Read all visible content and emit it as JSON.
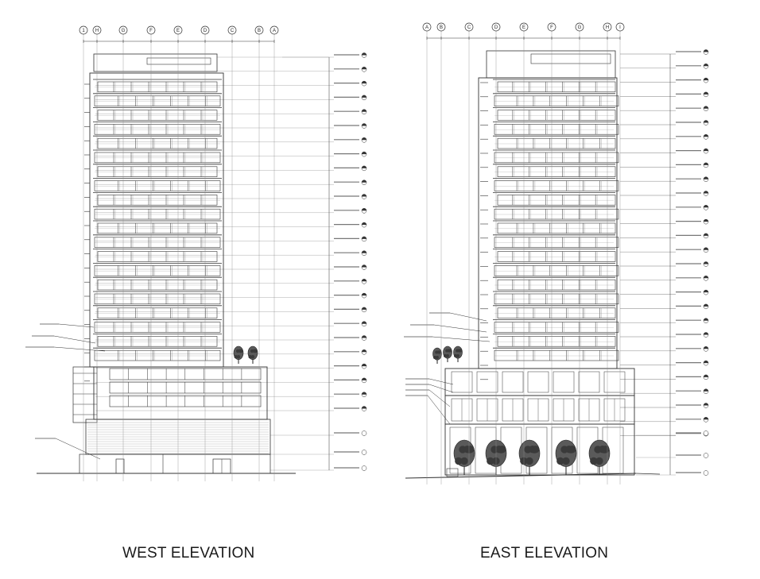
{
  "titles": {
    "west": "WEST ELEVATION",
    "east": "EAST ELEVATION"
  },
  "west": {
    "grid_labels": [
      "1",
      "H",
      "G",
      "F",
      "E",
      "D",
      "C",
      "B",
      "A"
    ]
  },
  "east": {
    "grid_labels": [
      "A",
      "B",
      "C",
      "D",
      "E",
      "F",
      "G",
      "H",
      "I"
    ]
  },
  "colors": {
    "line": "#333333",
    "light_line": "#8a8a8a",
    "tree": "#222222"
  }
}
